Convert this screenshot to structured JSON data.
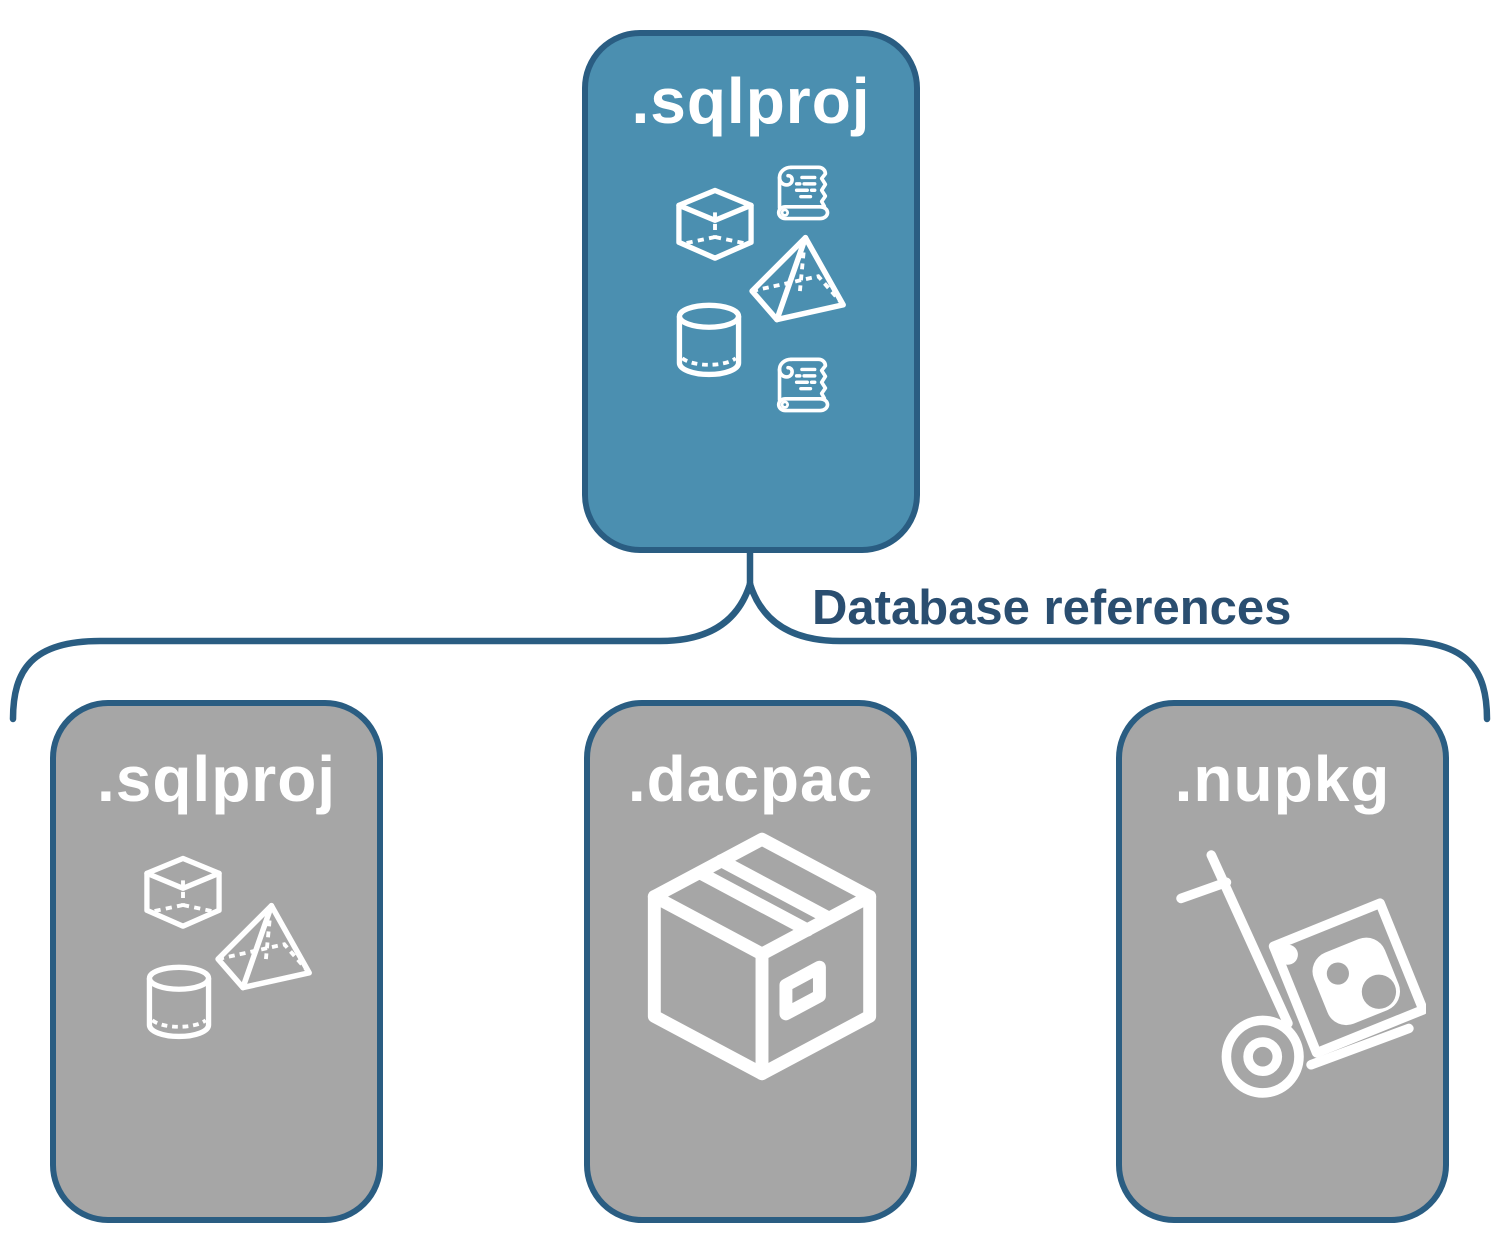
{
  "connector": {
    "label": "Database references"
  },
  "cards": {
    "parent": {
      "label": ".sqlproj",
      "icons": [
        "cube-icon",
        "scroll-icon",
        "pyramid-icon",
        "cylinder-icon",
        "scroll-icon"
      ]
    },
    "children": [
      {
        "id": "sqlproj",
        "label": ".sqlproj",
        "icons": [
          "cube-icon",
          "pyramid-icon",
          "cylinder-icon"
        ]
      },
      {
        "id": "dacpac",
        "label": ".dacpac",
        "icons": [
          "package-box-icon"
        ]
      },
      {
        "id": "nupkg",
        "label": ".nupkg",
        "icons": [
          "hand-truck-icon"
        ]
      }
    ]
  },
  "colors": {
    "parent_card_fill": "#4b8fb0",
    "child_card_fill": "#a6a6a6",
    "outline_navy": "#2a5d82",
    "connector_text": "#2a4e70",
    "icon_white": "#ffffff"
  }
}
